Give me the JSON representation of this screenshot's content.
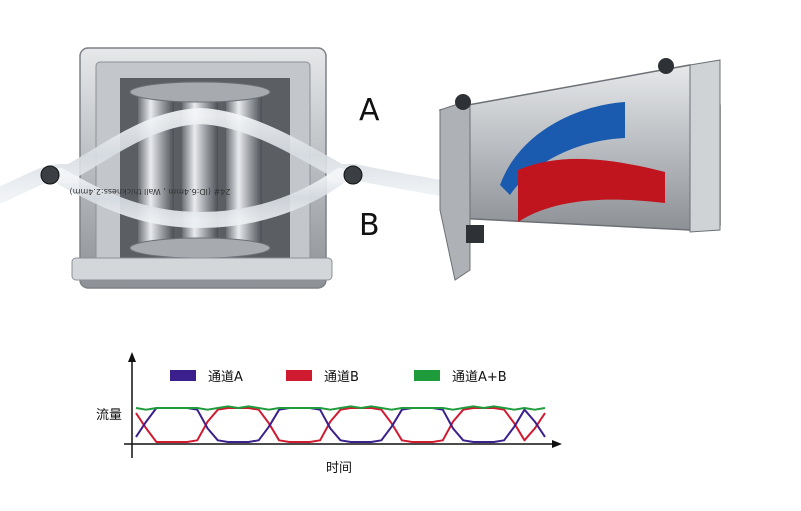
{
  "labels": {
    "a": "A",
    "b": "B"
  },
  "tube_print": "24# (ID:6.4mm , Wall thickness:2.4mm)",
  "colors": {
    "channel_a": "#3b1f8c",
    "channel_b": "#d01a30",
    "channel_ab": "#1e9c3c",
    "cam_blue": "#1a5bb0",
    "cam_red": "#c0151f"
  },
  "chart_data": {
    "type": "line",
    "title": "",
    "xlabel": "时间",
    "ylabel": "流量",
    "legend_position": "top",
    "grid": false,
    "series": [
      {
        "name": "通道A",
        "color": "#3b1f8c",
        "pattern": "low-high alternating (square-like wave)"
      },
      {
        "name": "通道B",
        "color": "#d01a30",
        "pattern": "high-low alternating (square-like wave), opposite phase to 通道A"
      },
      {
        "name": "通道A+B",
        "color": "#1e9c3c",
        "pattern": "nearly constant high level with small dips at crossovers"
      }
    ],
    "x": [
      0,
      1,
      2,
      3,
      4,
      5,
      6,
      7,
      8,
      9,
      10,
      11,
      12,
      13,
      14,
      15,
      16,
      17,
      18,
      19,
      20,
      21,
      22,
      23,
      24,
      25,
      26,
      27,
      28,
      29,
      30,
      31,
      32,
      33,
      34,
      35,
      36,
      37,
      38,
      39,
      40
    ],
    "channel_a": [
      0.15,
      0.6,
      1.0,
      1.0,
      1.0,
      1.0,
      0.95,
      0.4,
      0.05,
      0.0,
      0.0,
      0.0,
      0.05,
      0.45,
      0.95,
      1.0,
      1.0,
      1.0,
      0.95,
      0.4,
      0.05,
      0.0,
      0.0,
      0.0,
      0.05,
      0.45,
      0.95,
      1.0,
      1.0,
      1.0,
      0.95,
      0.4,
      0.05,
      0.0,
      0.0,
      0.0,
      0.05,
      0.45,
      0.95,
      0.6,
      0.15
    ],
    "channel_b": [
      0.85,
      0.4,
      0.0,
      0.0,
      0.0,
      0.0,
      0.05,
      0.6,
      0.95,
      1.0,
      1.0,
      1.0,
      0.95,
      0.55,
      0.05,
      0.0,
      0.0,
      0.0,
      0.05,
      0.6,
      0.95,
      1.0,
      1.0,
      1.0,
      0.95,
      0.55,
      0.05,
      0.0,
      0.0,
      0.0,
      0.05,
      0.6,
      0.95,
      1.0,
      1.0,
      1.0,
      0.95,
      0.55,
      0.05,
      0.4,
      0.85
    ],
    "channel_ab": [
      1.0,
      0.95,
      1.0,
      1.0,
      1.0,
      1.0,
      1.0,
      0.95,
      1.0,
      1.05,
      1.0,
      1.05,
      1.0,
      0.95,
      1.0,
      1.0,
      1.0,
      1.0,
      1.0,
      0.95,
      1.0,
      1.05,
      1.0,
      1.05,
      1.0,
      0.95,
      1.0,
      1.0,
      1.0,
      1.0,
      1.0,
      0.95,
      1.0,
      1.05,
      1.0,
      1.05,
      1.0,
      0.95,
      1.0,
      0.95,
      1.0
    ]
  }
}
